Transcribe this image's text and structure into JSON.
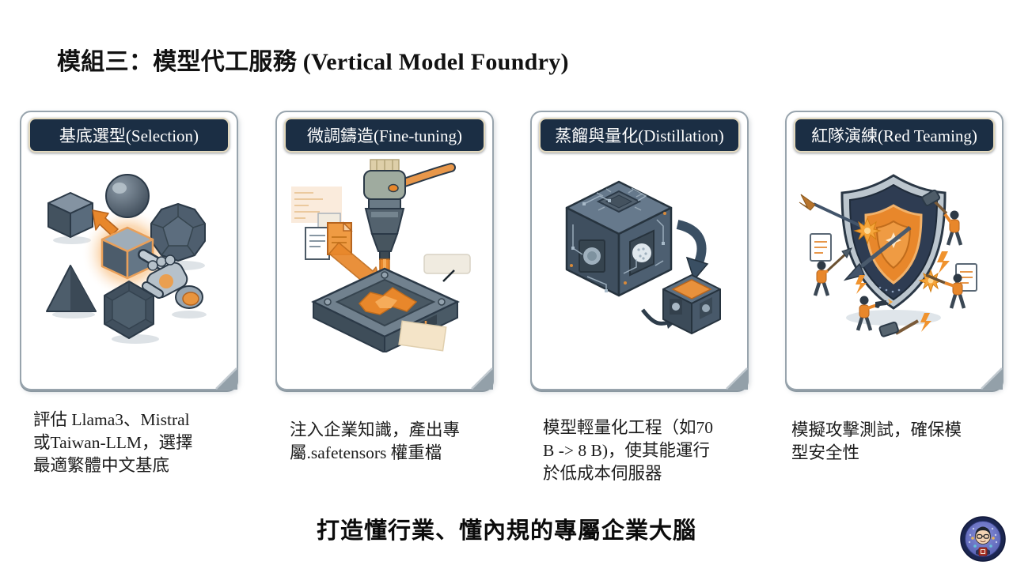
{
  "slide": {
    "title": "模組三：模型代工服務 (Vertical Model Foundry)",
    "tagline": "打造懂行業、懂內規的專屬企業大腦"
  },
  "cards": [
    {
      "title": "基底選型(Selection)",
      "illustration": "model-selection-shapes",
      "desc_lines": [
        "評估 Llama3、Mistral",
        "或Taiwan-LLM，選擇",
        "最適繁體中文基底"
      ]
    },
    {
      "title": "微調鑄造(Fine-tuning)",
      "illustration": "casting-machine",
      "desc_lines": [
        "注入企業知識，產出專",
        "屬.safetensors 權重檔"
      ]
    },
    {
      "title": "蒸餾與量化(Distillation)",
      "illustration": "circuit-cube-compression",
      "desc_lines": [
        "模型輕量化工程（如70",
        "B -> 8 B)，使其能運行",
        "於低成本伺服器"
      ]
    },
    {
      "title": "紅隊演練(Red Teaming)",
      "illustration": "shield-under-attack",
      "desc_lines": [
        "模擬攻擊測試，確保模",
        "型安全性"
      ]
    }
  ],
  "colors": {
    "accent_orange": "#E8872B",
    "header_navy": "#1B2E44",
    "header_border_cream": "#E3D9BE",
    "card_border_gray": "#98A4AD",
    "slate_dark": "#3E4D5C",
    "slate_mid": "#5C6C7C"
  },
  "avatar": {
    "type": "circular-cartoon-presenter-badge"
  }
}
